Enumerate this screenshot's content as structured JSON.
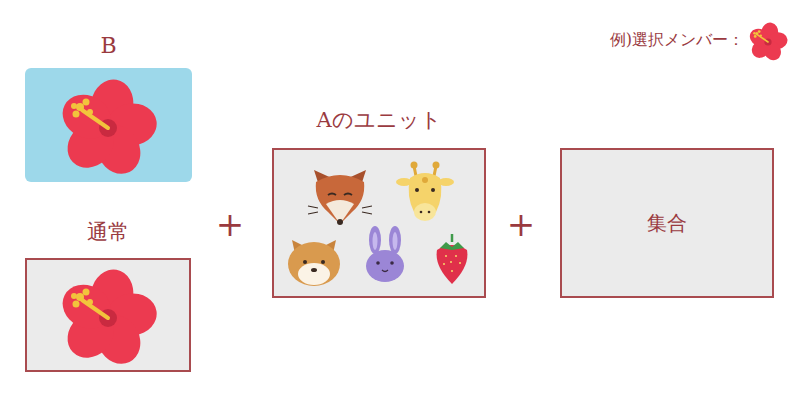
{
  "diagram": {
    "nodes": [
      {
        "text": [
          "B"
        ]
      },
      {
        "text": [
          "通常"
        ]
      },
      {
        "text": [
          "Aのユニット"
        ]
      },
      {
        "text": [
          "集合"
        ]
      }
    ],
    "labels": [
      "+",
      "+"
    ],
    "legend": [
      {
        "text": "例)選択メンバー："
      }
    ]
  }
}
